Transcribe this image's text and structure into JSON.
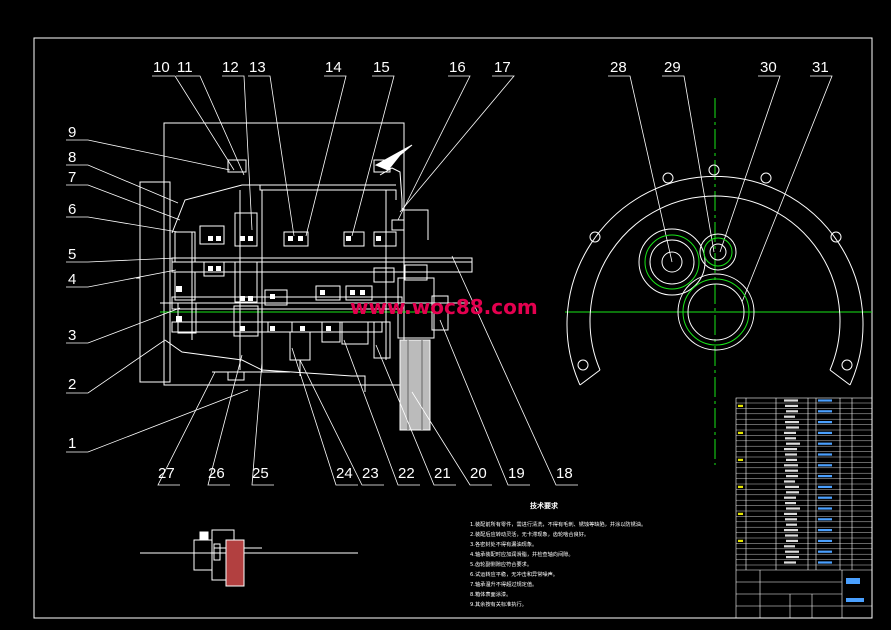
{
  "drawing": {
    "part_numbers_top": [
      "10",
      "11",
      "12",
      "13",
      "14",
      "15",
      "16",
      "17"
    ],
    "part_numbers_left": [
      "9",
      "8",
      "7",
      "6",
      "5",
      "4",
      "3",
      "2",
      "1"
    ],
    "part_numbers_bottom": [
      "27",
      "26",
      "25",
      "24",
      "23",
      "22",
      "21",
      "20",
      "19",
      "18"
    ],
    "part_numbers_right": [
      "28",
      "29",
      "30",
      "31"
    ],
    "watermark": "www.woc88.com",
    "notes_title": "技术要求",
    "notes": [
      "1.装配前所有零件，需进行清洗，不得有毛刺、锈蚀等缺陷，并涂以防锈油。",
      "2.装配后应转动灵活，无卡滞现象，齿轮啮合良好。",
      "3.各密封处不得有漏油现象。",
      "4.轴承装配时应加润滑脂，并检查轴向间隙。",
      "5.齿轮副侧隙应符合要求。",
      "6.试运转应平稳，无冲击和异常噪声。",
      "7.轴承温升不得超过规定值。",
      "8.箱体表面涂漆。",
      "9.其余按有关标准执行。"
    ],
    "colors": {
      "line": "#ffffff",
      "center": "#19e619",
      "accent": "#4aa0ff",
      "watermark": "#e3004f",
      "yellow": "#e6e600"
    }
  }
}
